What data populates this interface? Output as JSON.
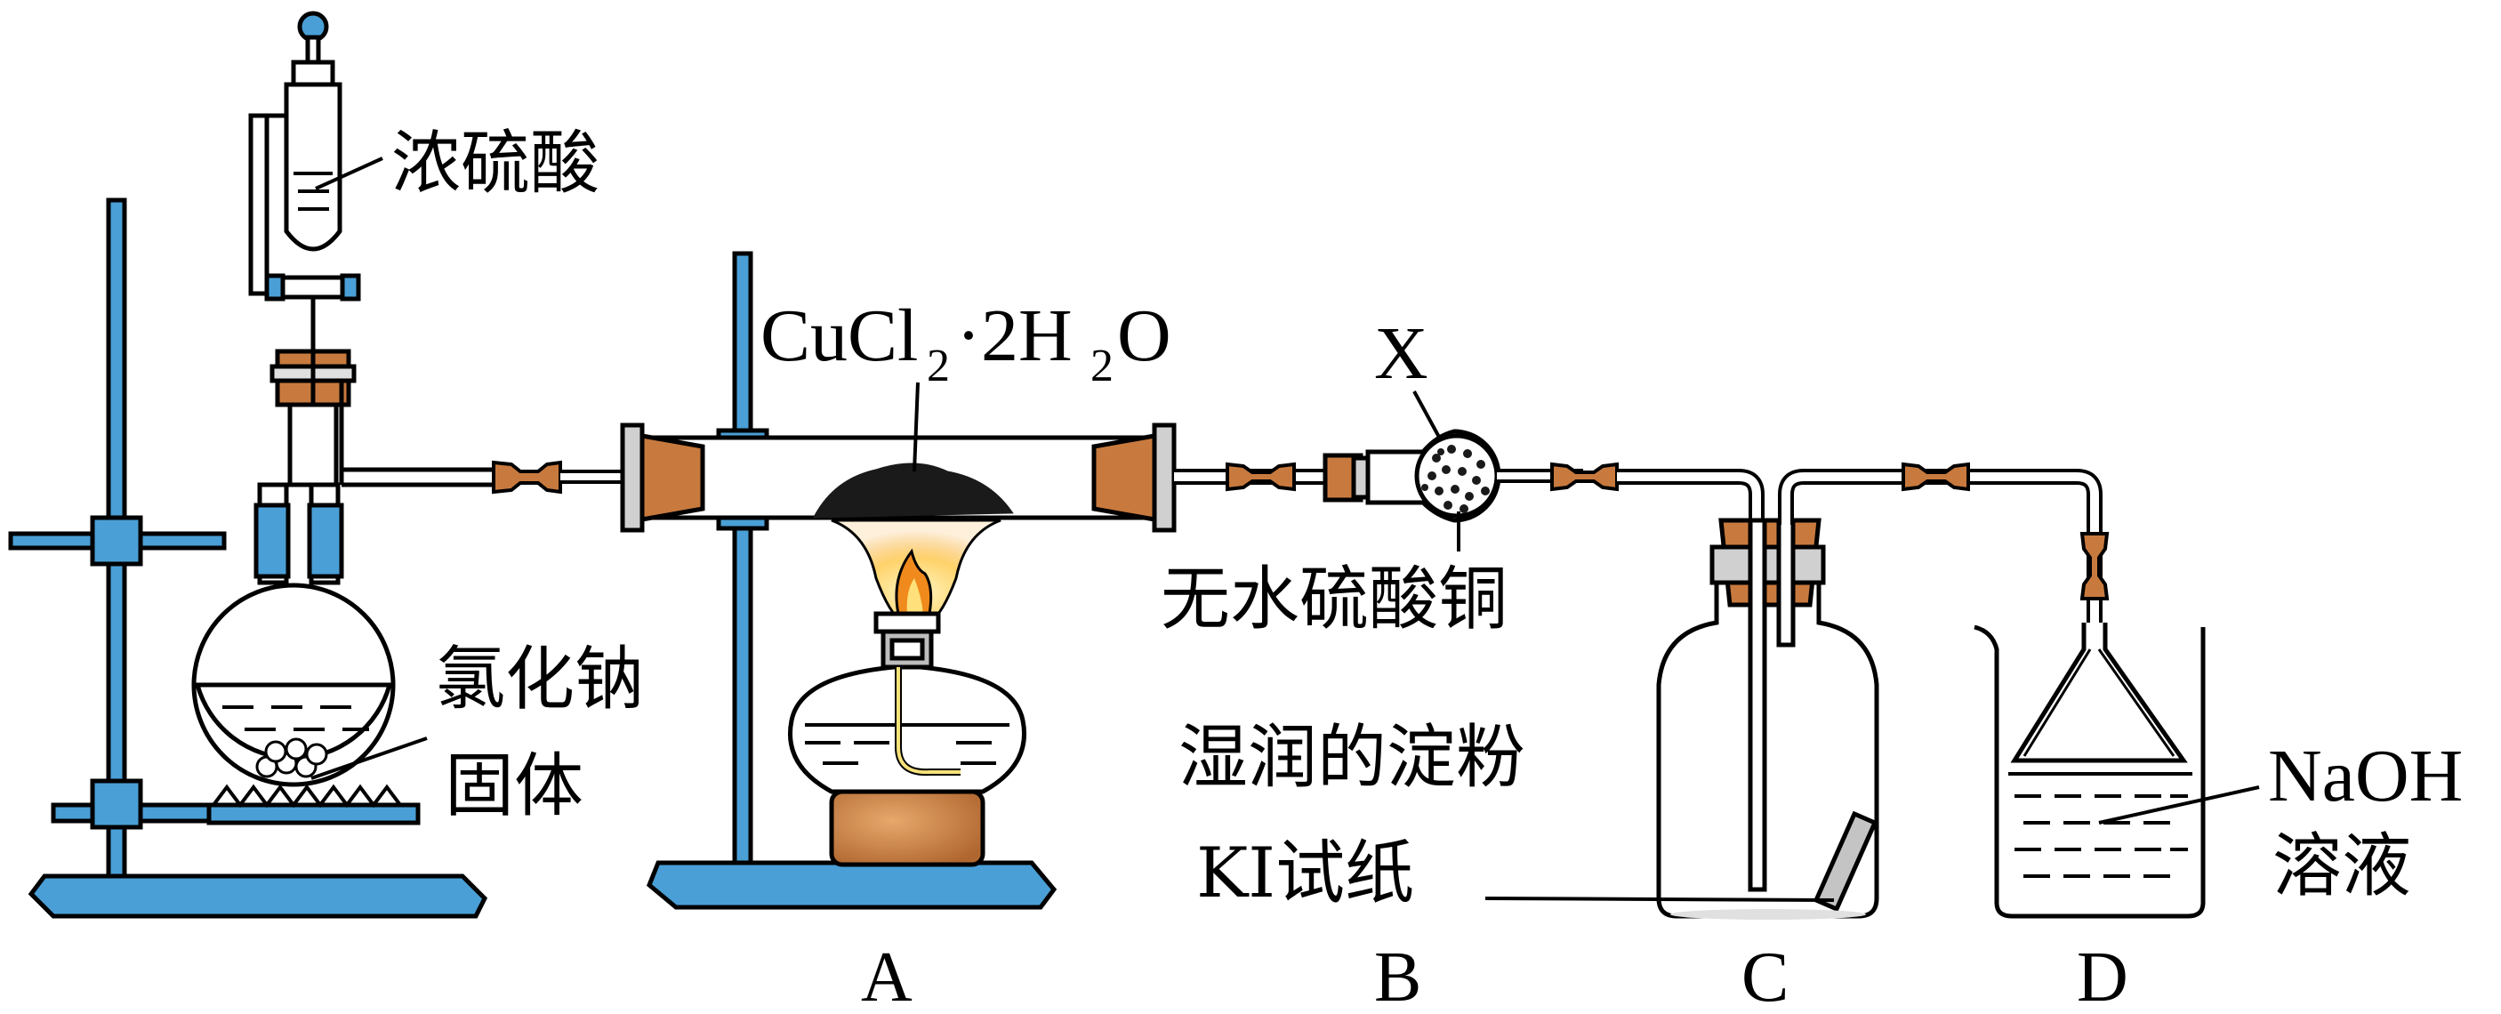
{
  "labels": {
    "conc_sulfuric_acid": "浓硫酸",
    "nacl_line1": "氯化钠",
    "nacl_line2": "固体",
    "cucl2_main": "CuCl",
    "cucl2_sub1": "2",
    "cucl2_mid": "·2H",
    "cucl2_sub2": "2",
    "cucl2_end": "O",
    "x_label": "X",
    "anhydrous_cuso4": "无水硫酸铜",
    "starch_ki_line1": "湿润的淀粉",
    "starch_ki_line2": "KI试纸",
    "naoh_line1": "NaOH",
    "naoh_line2": "溶液"
  },
  "stations": {
    "A": "A",
    "B": "B",
    "C": "C",
    "D": "D"
  },
  "colors": {
    "stand_blue": "#4a9fd6",
    "stand_blue_dark": "#2b7fbf",
    "stopper_brown": "#b06a35",
    "stopper_light": "#d99b62",
    "flame_orange": "#f08a1c",
    "flame_yellow": "#ffe07a",
    "black_solid": "#1a1a1a"
  }
}
